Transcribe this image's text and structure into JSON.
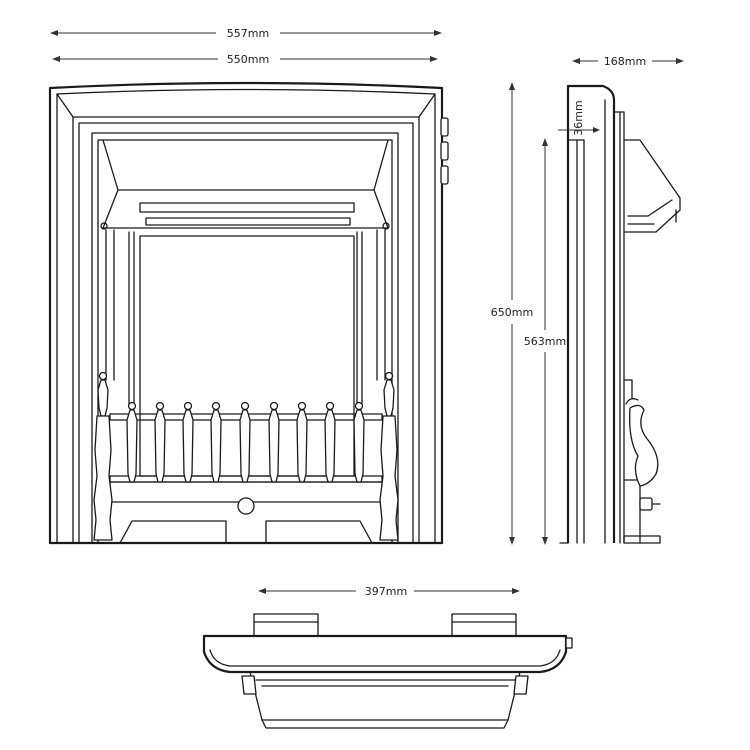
{
  "dimensions": {
    "overall_width": "557mm",
    "fascia_width": "550mm",
    "overall_height": "650mm",
    "inner_height": "563mm",
    "depth": "168mm",
    "top_offset": "36mm",
    "base_width": "397mm"
  }
}
